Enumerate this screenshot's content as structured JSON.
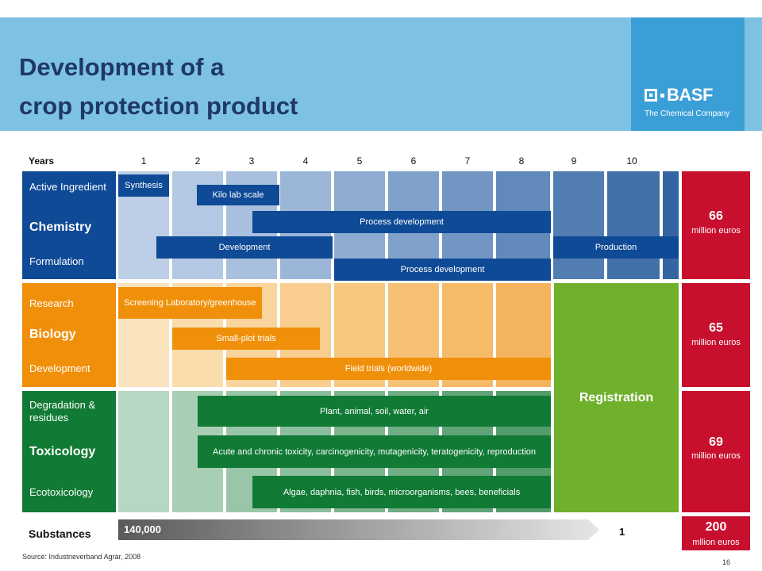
{
  "header": {
    "title_line1": "Development of a",
    "title_line2": "crop protection product"
  },
  "logo": {
    "brand": "BASF",
    "tagline": "The Chemical Company"
  },
  "years": {
    "label": "Years",
    "numbers": [
      "1",
      "2",
      "3",
      "4",
      "5",
      "6",
      "7",
      "8",
      "9",
      "10"
    ]
  },
  "sections": {
    "chemistry": {
      "top_label": "Active Ingredient",
      "name": "Chemistry",
      "bottom_label": "Formulation",
      "cost_value": "66",
      "cost_unit": "million euros",
      "bars": {
        "synthesis": "Synthesis",
        "kilo_lab": "Kilo lab scale",
        "process_dev_1": "Process development",
        "development": "Development",
        "production": "Production",
        "process_dev_2": "Process development"
      }
    },
    "biology": {
      "top_label": "Research",
      "name": "Biology",
      "bottom_label": "Development",
      "cost_value": "65",
      "cost_unit": "million euros",
      "bars": {
        "screening": "Screening Laboratory/greenhouse",
        "small_plot": "Small-plot trials",
        "field_trials": "Field trials (worldwide)"
      }
    },
    "toxicology": {
      "top_label": "Degradation & residues",
      "name": "Toxicology",
      "bottom_label": "Ecotoxicology",
      "cost_value": "69",
      "cost_unit": "million euros",
      "bars": {
        "plant_animal": "Plant, animal, soil, water, air",
        "acute": "Acute and chronic toxicity, carcinogenicity, mutagenicity, teratogenicity, reproduction",
        "algae": "Algae, daphnia, fish, birds, microorganisms, bees, beneficials"
      }
    }
  },
  "registration": "Registration",
  "substances": {
    "label": "Substances",
    "start": "140,000",
    "end": "1",
    "total_value": "200",
    "total_unit": "mllion euros"
  },
  "footer": {
    "source": "Source: Industrieverband Agrar, 2008",
    "page": "16"
  },
  "colors": {
    "header": "#7dc2e3",
    "logo_bg": "#3a9fd7",
    "chemistry": "#0f4a96",
    "biology": "#f0900a",
    "toxicology": "#117a35",
    "registration": "#6fb02c",
    "cost": "#c8102e"
  }
}
